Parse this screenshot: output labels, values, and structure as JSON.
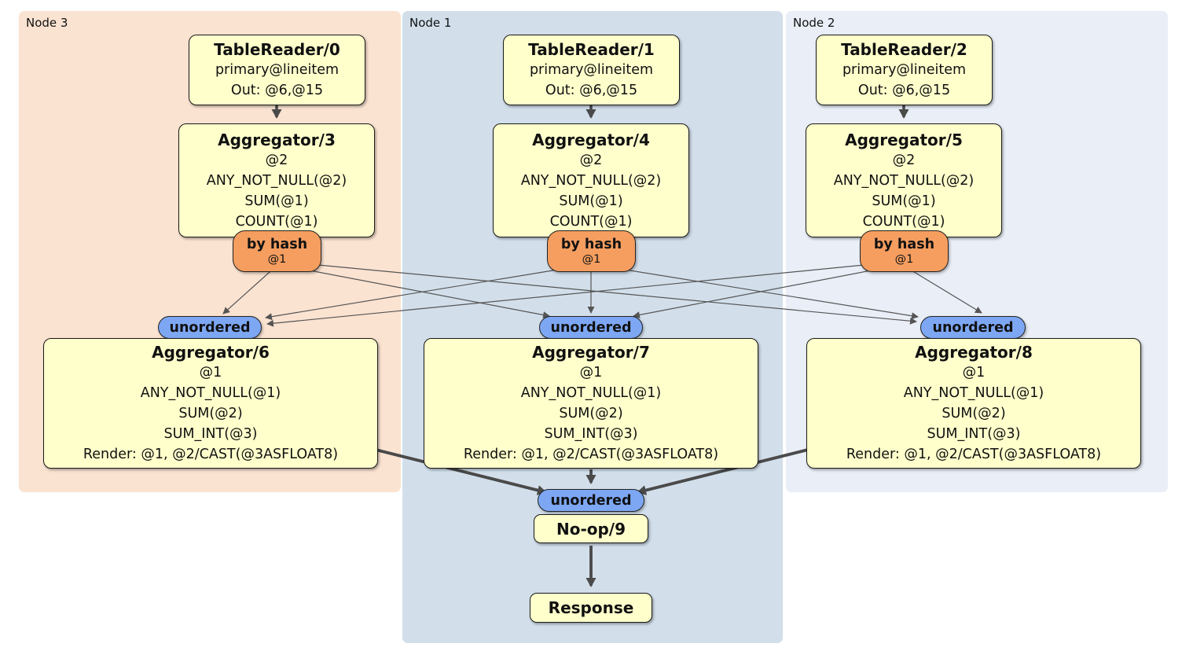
{
  "regions": [
    {
      "label": "Node 3"
    },
    {
      "label": "Node 1"
    },
    {
      "label": "Node 2"
    }
  ],
  "processors": {
    "tablereader0": {
      "title": "TableReader/0",
      "lines": [
        "primary@lineitem",
        "Out: @6,@15"
      ]
    },
    "tablereader1": {
      "title": "TableReader/1",
      "lines": [
        "primary@lineitem",
        "Out: @6,@15"
      ]
    },
    "tablereader2": {
      "title": "TableReader/2",
      "lines": [
        "primary@lineitem",
        "Out: @6,@15"
      ]
    },
    "aggregator3": {
      "title": "Aggregator/3",
      "lines": [
        "@2",
        "ANY_NOT_NULL(@2)",
        "SUM(@1)",
        "COUNT(@1)"
      ]
    },
    "aggregator4": {
      "title": "Aggregator/4",
      "lines": [
        "@2",
        "ANY_NOT_NULL(@2)",
        "SUM(@1)",
        "COUNT(@1)"
      ]
    },
    "aggregator5": {
      "title": "Aggregator/5",
      "lines": [
        "@2",
        "ANY_NOT_NULL(@2)",
        "SUM(@1)",
        "COUNT(@1)"
      ]
    },
    "aggregator6": {
      "title": "Aggregator/6",
      "lines": [
        "@1",
        "ANY_NOT_NULL(@1)",
        "SUM(@2)",
        "SUM_INT(@3)",
        "Render: @1, @2/CAST(@3ASFLOAT8)"
      ]
    },
    "aggregator7": {
      "title": "Aggregator/7",
      "lines": [
        "@1",
        "ANY_NOT_NULL(@1)",
        "SUM(@2)",
        "SUM_INT(@3)",
        "Render: @1, @2/CAST(@3ASFLOAT8)"
      ]
    },
    "aggregator8": {
      "title": "Aggregator/8",
      "lines": [
        "@1",
        "ANY_NOT_NULL(@1)",
        "SUM(@2)",
        "SUM_INT(@3)",
        "Render: @1, @2/CAST(@3ASFLOAT8)"
      ]
    },
    "noop9": {
      "title": "No-op/9"
    },
    "response": {
      "title": "Response"
    }
  },
  "routers": {
    "hash": [
      {
        "label": "by hash",
        "detail": "@1"
      },
      {
        "label": "by hash",
        "detail": "@1"
      },
      {
        "label": "by hash",
        "detail": "@1"
      }
    ],
    "unordered": [
      {
        "label": "unordered"
      },
      {
        "label": "unordered"
      },
      {
        "label": "unordered"
      },
      {
        "label": "unordered"
      }
    ]
  },
  "colors": {
    "node3_bg": "#fbe3d1",
    "node1_bg": "#d2dfeb",
    "node2_bg": "#e9eef7",
    "box_bg": "#ffffcc",
    "hash_router_bg": "#f59e60",
    "unordered_router_bg": "#7da7f3",
    "edge_thin": "#555555",
    "edge_thick": "#4a4a4a"
  }
}
